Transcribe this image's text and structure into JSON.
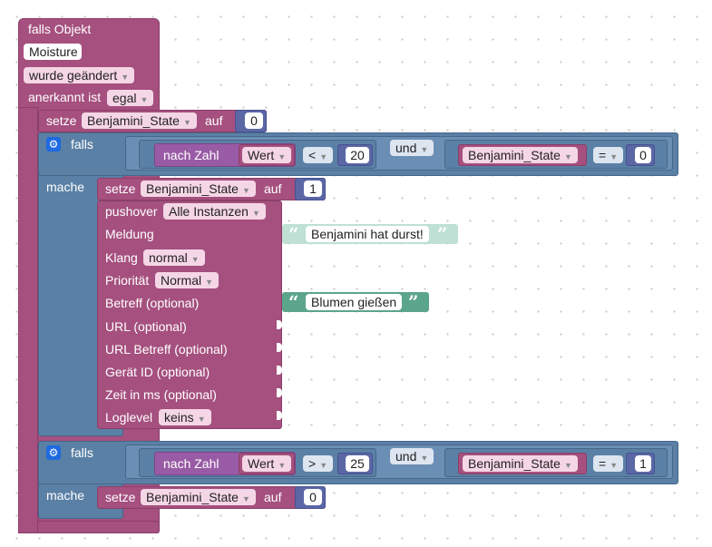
{
  "event": {
    "title": "falls Objekt",
    "object": "Moisture",
    "condition": "wurde geändert",
    "ack_label": "anerkannt ist",
    "ack_value": "egal"
  },
  "set1": {
    "label": "setze",
    "var": "Benjamini_State",
    "to": "auf",
    "value": "0"
  },
  "if1": {
    "falls": "falls",
    "mache": "mache",
    "conv": "nach Zahl",
    "field": "Wert",
    "op": "<",
    "num": "20",
    "logic": "und",
    "var": "Benjamini_State",
    "eq": "=",
    "eqval": "0"
  },
  "set2": {
    "label": "setze",
    "var": "Benjamini_State",
    "to": "auf",
    "value": "1"
  },
  "pushover": {
    "title": "pushover",
    "instance": "Alle Instanzen",
    "message_label": "Meldung",
    "message_value": "Benjamini hat durst!",
    "sound_label": "Klang",
    "sound_value": "normal",
    "priority_label": "Priorität",
    "priority_value": "Normal",
    "subject_label": "Betreff (optional)",
    "subject_value": "Blumen gießen",
    "url_label": "URL (optional)",
    "url_title_label": "URL Betreff (optional)",
    "device_label": "Gerät ID (optional)",
    "time_label": "Zeit in ms (optional)",
    "log_label": "Loglevel",
    "log_value": "keins"
  },
  "if2": {
    "falls": "falls",
    "mache": "mache",
    "conv": "nach Zahl",
    "field": "Wert",
    "op": ">",
    "num": "25",
    "logic": "und",
    "var": "Benjamini_State",
    "eq": "=",
    "eqval": "1"
  },
  "set3": {
    "label": "setze",
    "var": "Benjamini_State",
    "to": "auf",
    "value": "0"
  },
  "colors": {
    "event": "#a5507f",
    "control": "#5b80a5",
    "math": "#5b67a5",
    "convert": "#995ba5",
    "text": "#5ba58c",
    "gear": "#1e6ae0"
  }
}
